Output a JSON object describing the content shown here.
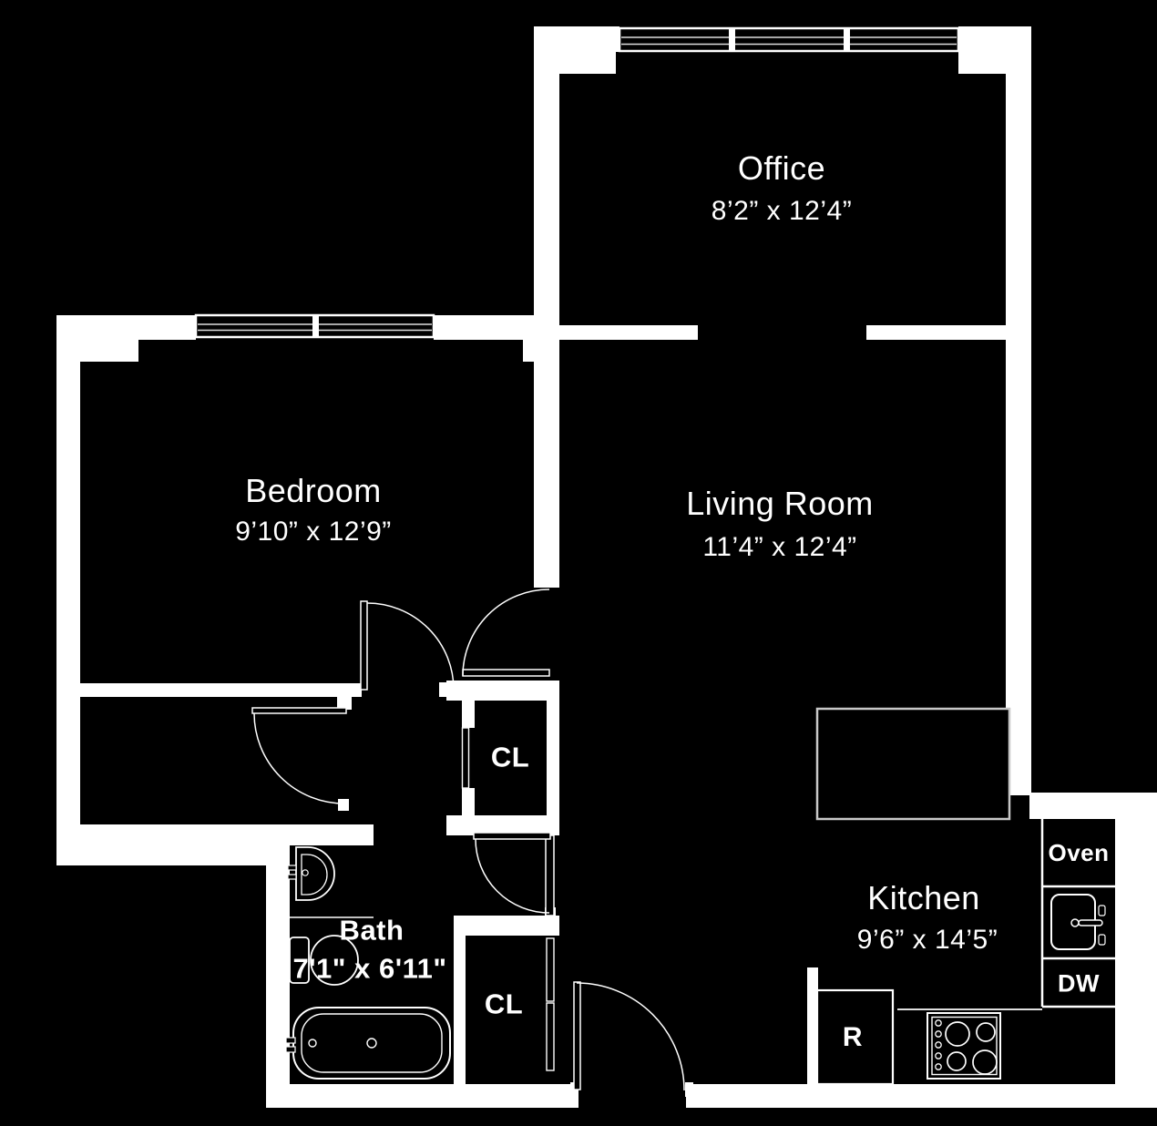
{
  "floorplan": {
    "colors": {
      "background": "#000000",
      "wall": "#ffffff",
      "detail_line": "#c8c8c8"
    },
    "rooms": [
      {
        "name": "Office",
        "dimensions": "8’2” x 12’4”"
      },
      {
        "name": "Bedroom",
        "dimensions": "9’10” x 12’9”"
      },
      {
        "name": "Living Room",
        "dimensions": "11’4” x 12’4”"
      },
      {
        "name": "Kitchen",
        "dimensions": "9’6” x 14’5”"
      },
      {
        "name": "Bath",
        "dimensions": "7'1\" x 6'11\""
      }
    ],
    "closets": {
      "hall_closet_label": "CL",
      "entry_closet_label": "CL"
    },
    "appliances": {
      "oven_label": "Oven",
      "dishwasher_label": "DW",
      "refrigerator_label": "R"
    }
  }
}
